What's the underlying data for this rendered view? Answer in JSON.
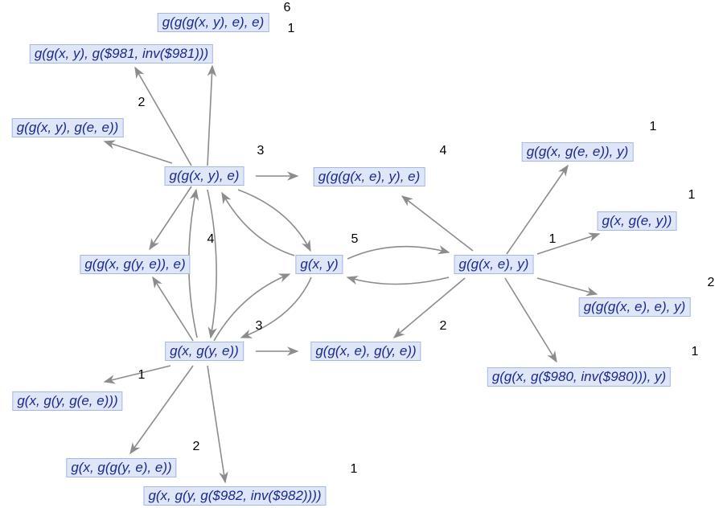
{
  "nodes": [
    "g(g(g(x, y), e), e)",
    "g(g(x, y), g($981, inv($981)))",
    "g(g(x, y), g(e, e))",
    "g(g(x, y), e)",
    "g(g(g(x, e), y), e)",
    "g(g(x, g(e, e)), y)",
    "g(x, g(e, y))",
    "g(g(x, g(y, e)), e)",
    "g(x, y)",
    "g(g(x, e), y)",
    "g(g(g(x, e), e), y)",
    "g(x, g(y, e))",
    "g(g(x, e), g(y, e))",
    "g(g(x, g($980, inv($980))), y)",
    "g(x, g(y, g(e, e)))",
    "g(x, g(g(y, e), e))",
    "g(x, g(y, g($982, inv($982))))"
  ],
  "labels": [
    "6",
    "1",
    "2",
    "3",
    "4",
    "1",
    "1",
    "4",
    "5",
    "1",
    "2",
    "2",
    "3",
    "1",
    "1",
    "2",
    "1"
  ],
  "colors": {
    "node_fill": "#dee6f8",
    "node_border": "#a5b6e8",
    "node_text": "#1b2a8c",
    "edge": "#8c8c8c"
  }
}
